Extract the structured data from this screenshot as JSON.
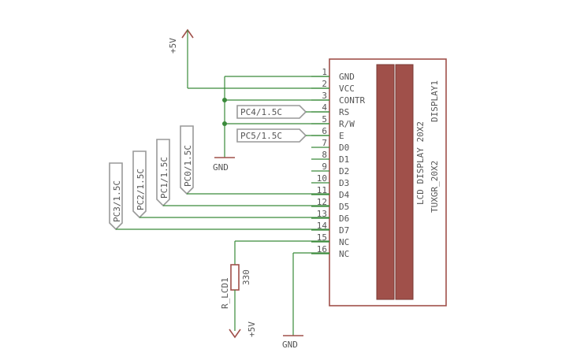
{
  "schematic": {
    "lcd": {
      "ref": "DISPLAY1",
      "part_label": "LCD DISPLAY 20X2",
      "value": "TUXGR_20X2",
      "pins": [
        {
          "num": "1",
          "name": "GND"
        },
        {
          "num": "2",
          "name": "VCC"
        },
        {
          "num": "3",
          "name": "CONTR"
        },
        {
          "num": "4",
          "name": "RS"
        },
        {
          "num": "5",
          "name": "R/W"
        },
        {
          "num": "6",
          "name": "E"
        },
        {
          "num": "7",
          "name": "D0"
        },
        {
          "num": "8",
          "name": "D1"
        },
        {
          "num": "9",
          "name": "D2"
        },
        {
          "num": "10",
          "name": "D3"
        },
        {
          "num": "11",
          "name": "D4"
        },
        {
          "num": "12",
          "name": "D5"
        },
        {
          "num": "13",
          "name": "D6"
        },
        {
          "num": "14",
          "name": "D7"
        },
        {
          "num": "15",
          "name": "NC"
        },
        {
          "num": "16",
          "name": "NC"
        }
      ]
    },
    "supply_top": "+5V",
    "supply_bottom": "+5V",
    "gnd_top": "GND",
    "gnd_bottom": "GND",
    "resistor": {
      "ref": "R_LCD1",
      "value": "330"
    },
    "ports": {
      "rs": "PC4/1.5C",
      "e": "PC5/1.5C",
      "d4": "PC0/1.5C",
      "d5": "PC1/1.5C",
      "d6": "PC2/1.5C",
      "d7": "PC3/1.5C"
    },
    "colors": {
      "wire": "#3a8a3a",
      "part": "#a0504a",
      "text": "#555555"
    }
  }
}
